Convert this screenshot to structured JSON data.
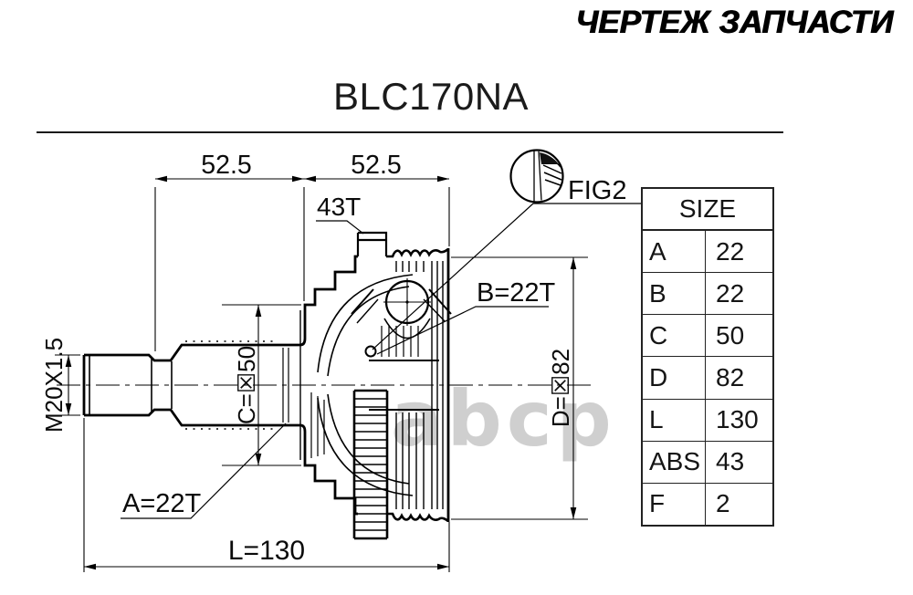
{
  "header": {
    "brand": "ЧЕРТЕЖ ЗАПЧАСТИ"
  },
  "part": {
    "number": "BLC170NA"
  },
  "drawing": {
    "dim_top_left": "52.5",
    "dim_top_right": "52.5",
    "abs_label": "43T",
    "fig_label": "FIG2",
    "spline_outer": "B=22T",
    "spline_inner": "A=22T",
    "thread_label": "M20X1.5",
    "dia_c_label": "C=☒50",
    "dia_d_label": "D=☒82",
    "length_label": "L=130"
  },
  "watermark": {
    "text": "abcp",
    "color": "#c7c7c7"
  },
  "size_table": {
    "title": "SIZE",
    "rows": [
      [
        "A",
        "22"
      ],
      [
        "B",
        "22"
      ],
      [
        "C",
        "50"
      ],
      [
        "D",
        "82"
      ],
      [
        "L",
        "130"
      ],
      [
        "ABS",
        "43"
      ],
      [
        "F",
        "2"
      ]
    ]
  }
}
